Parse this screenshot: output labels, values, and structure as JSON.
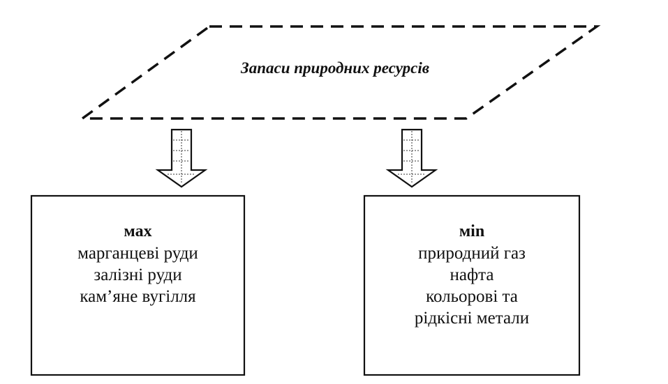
{
  "diagram": {
    "title": "Запаси природних ресурсів",
    "left_box": {
      "heading": "мах",
      "lines": [
        "марганцеві руди",
        "залізні руди",
        "кам’яне вугілля"
      ]
    },
    "right_box": {
      "heading": "міn",
      "lines": [
        "природний газ",
        "нафта",
        "кольорові та",
        "рідкісні метали"
      ]
    }
  }
}
